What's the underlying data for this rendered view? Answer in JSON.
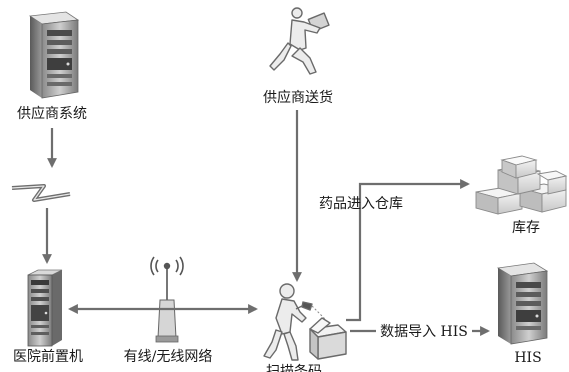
{
  "nodes": {
    "supplier_system": {
      "label": "供应商系统",
      "icon": "server-tower-icon"
    },
    "supplier_delivery": {
      "label": "供应商送货",
      "icon": "delivery-person-icon"
    },
    "hospital_frontend": {
      "label": "医院前置机",
      "icon": "front-end-server-icon"
    },
    "network": {
      "label": "有线/无线网络",
      "icon": "wireless-antenna-icon"
    },
    "scan_barcode": {
      "label": "扫描条码",
      "icon": "scanning-person-icon"
    },
    "inventory": {
      "label": "库存",
      "icon": "box-stack-icon"
    },
    "his": {
      "label": "HIS",
      "icon": "server-tower-icon"
    }
  },
  "edges": {
    "to_inventory": {
      "label": "药品进入仓库"
    },
    "to_his": {
      "label": "数据导入 HIS"
    }
  },
  "connector": {
    "icon": "lightning-link-icon"
  },
  "colors": {
    "arrow": "#6e6e6e",
    "text": "#1a1a1a"
  }
}
